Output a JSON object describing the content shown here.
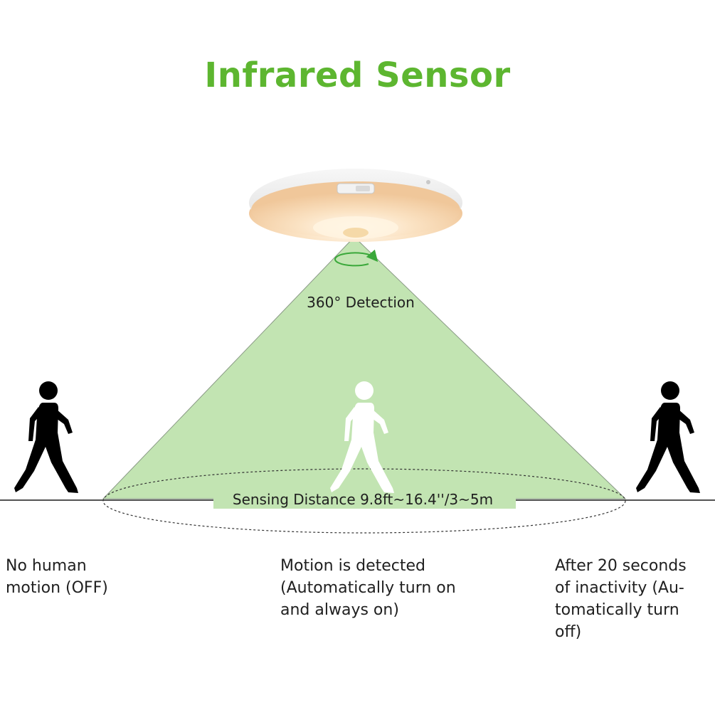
{
  "title": "Infrared Sensor",
  "labels": {
    "detection": "360° Detection",
    "distance": "Sensing Distance 9.8ft~16.4''/3~5m"
  },
  "captions": {
    "left": "No human\nmotion (OFF)",
    "middle": "Motion is detected\n(Automatically turn on\nand always on)",
    "right": "After 20 seconds\nof inactivity (Au-\ntomatically turn\noff)"
  },
  "colors": {
    "title_green": "#5db630",
    "cone_fill": "#c2e4b2",
    "rotation_arrow": "#3aa83a",
    "figure_dark": "#000000",
    "figure_light": "#ffffff"
  },
  "icons": {
    "lamp": "ceiling-light-icon",
    "rotation": "rotation-arrow-icon",
    "person_left": "walking-person-icon",
    "person_middle": "walking-person-icon",
    "person_right": "walking-person-icon"
  }
}
